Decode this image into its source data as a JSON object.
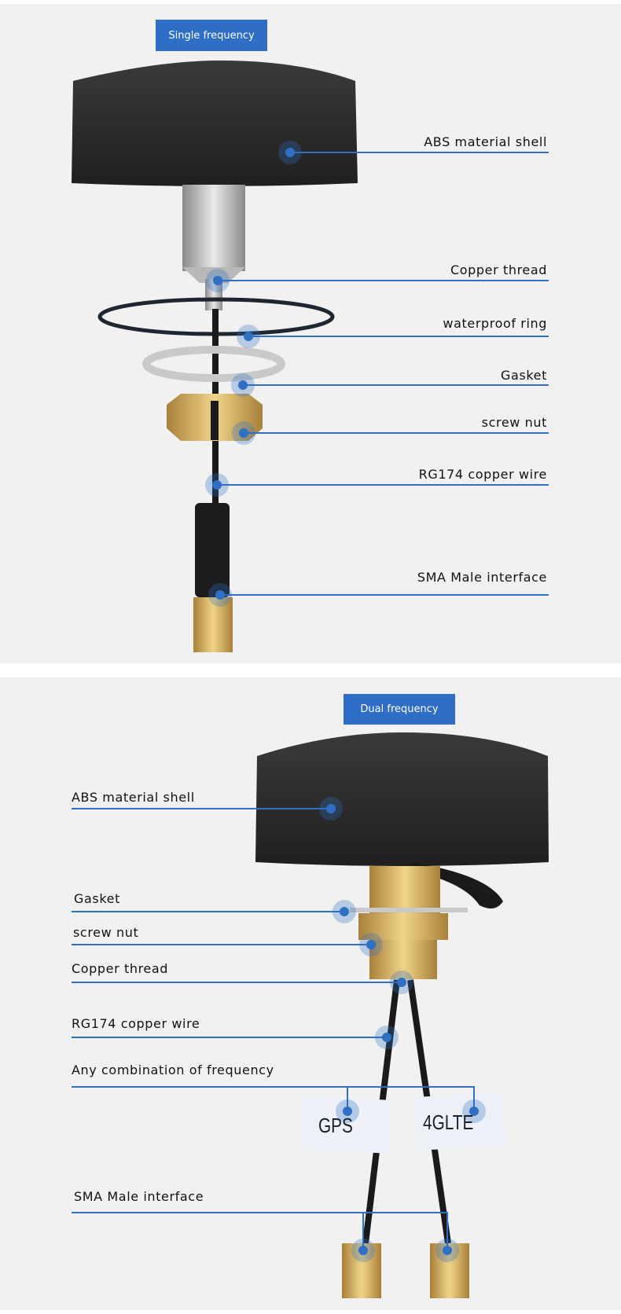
{
  "single": {
    "badge": "Single frequency",
    "labels": [
      "ABS material shell",
      "Copper thread",
      "waterproof ring",
      "Gasket",
      "screw nut",
      "RG174 copper wire",
      "SMA Male interface"
    ]
  },
  "dual": {
    "badge": "Dual frequency",
    "labels": [
      "ABS material shell",
      "Gasket",
      "screw nut",
      "Copper thread",
      "RG174 copper wire",
      "Any combination of frequency",
      "SMA Male interface"
    ],
    "tags": [
      "GPS",
      "4GLTE"
    ]
  },
  "colors": {
    "accent": "#2e6ec6",
    "line": "#2f6fc4",
    "background": "#f1f1f1"
  }
}
